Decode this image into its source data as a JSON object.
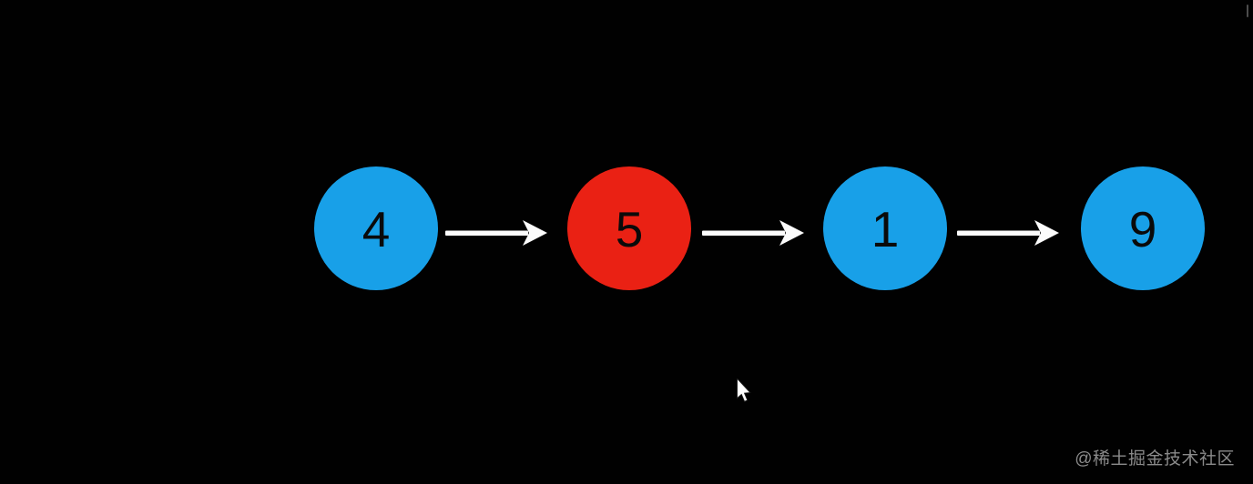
{
  "scene": {
    "background_color": "#010101",
    "watermark": "@稀土掘金技术社区",
    "watermark_color": "#8a8a8a"
  },
  "diagram": {
    "type": "linked-list",
    "nodes": [
      {
        "value": "4",
        "color": "#18A0E8",
        "text_color": "#0a0a0a",
        "highlighted": false
      },
      {
        "value": "5",
        "color": "#EA2114",
        "text_color": "#0a0a0a",
        "highlighted": true
      },
      {
        "value": "1",
        "color": "#18A0E8",
        "text_color": "#0a0a0a",
        "highlighted": false
      },
      {
        "value": "9",
        "color": "#18A0E8",
        "text_color": "#0a0a0a",
        "highlighted": false
      }
    ],
    "arrow_color": "#fcfcfc"
  },
  "cursor": {
    "color": "#ffffff"
  },
  "scrollbar": {
    "color": "rgba(255,255,255,0.30)"
  }
}
